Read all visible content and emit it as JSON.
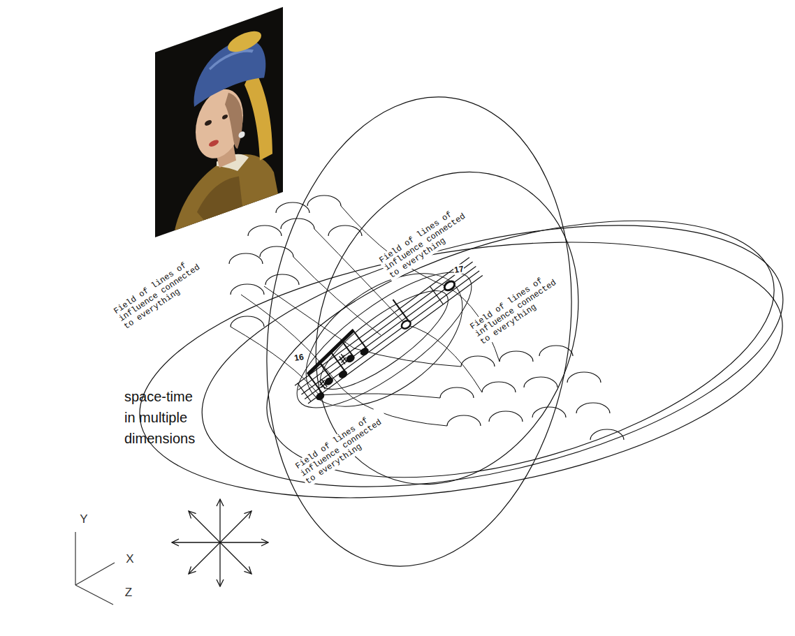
{
  "diagram": {
    "labels": [
      "Field of lines of influence connected to everything",
      "Field of lines of influence connected to everything",
      "Field of lines of influence connected to everything",
      "Field of lines of influence connected to everything",
      "16",
      "17",
      "space-time in multiple dimensions",
      "Y",
      "X",
      "Z"
    ]
  }
}
